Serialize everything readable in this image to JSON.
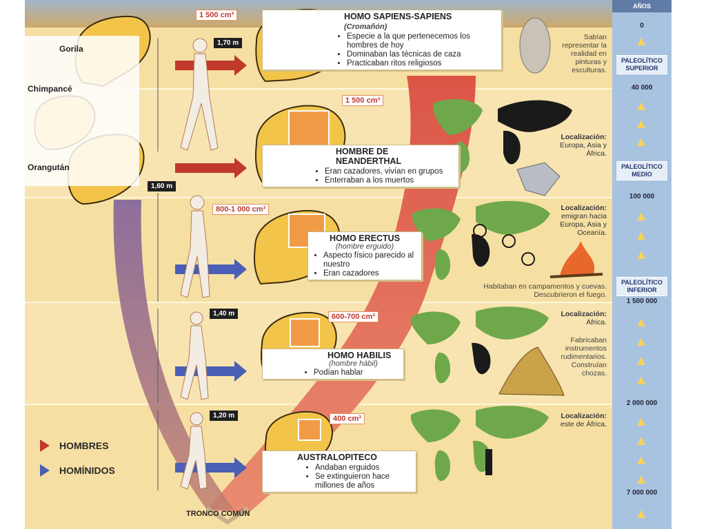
{
  "scale": {
    "header": "AÑOS",
    "ticks": [
      "0",
      "40 000",
      "100 000",
      "1 500 000",
      "2 000 000",
      "7 000 000"
    ],
    "periods": [
      "PALEOLÍTICO SUPERIOR",
      "PALEOLÍTICO MEDIO",
      "PALEOLÍTICO INFERIOR"
    ]
  },
  "primates": [
    "Gorila",
    "Chimpancé",
    "Orangután"
  ],
  "species": [
    {
      "title": "HOMO SAPIENS-SAPIENS",
      "subtitle": "(Cromañón)",
      "brain": "1 500 cm³",
      "height": "1,70 m",
      "facts": [
        "Especie a la que pertenecemos los hombres de hoy",
        "Dominaban las técnicas de caza",
        "Practicaban ritos religiosos"
      ],
      "note": "Sabían representar la realidad en pinturas y esculturas."
    },
    {
      "title": "HOMBRE DE NEANDERTHAL",
      "subtitle": "",
      "brain": "1 500 cm³",
      "height": "",
      "facts": [
        "Eran cazadores, vivían en grupos",
        "Enterraban a los muertos"
      ],
      "loc_label": "Localización:",
      "loc_text": "Europa, Asia y África."
    },
    {
      "title": "HOMO ERECTUS",
      "subtitle": "(hombre erguido)",
      "brain": "800-1 000 cm³",
      "height": "1,60 m",
      "facts": [
        "Aspecto físico parecido al nuestro",
        "Eran cazadores"
      ],
      "loc_label": "Localización:",
      "loc_text": "emigran hacia Europa, Asia y Oceanía.",
      "note": "Habitaban en campamentos y cuevas. Descubrieron el fuego."
    },
    {
      "title": "HOMO HABILIS",
      "subtitle": "(hombre hábil)",
      "brain": "600-700 cm³",
      "height": "1,40 m",
      "facts": [
        "Podían hablar"
      ],
      "loc_label": "Localización:",
      "loc_text": "África.",
      "note": "Fabricaban instrumentos rudimentarios. Construían chozas."
    },
    {
      "title": "AUSTRALOPITECO",
      "subtitle": "",
      "brain": "400 cm³",
      "height": "1,20 m",
      "facts": [
        "Andaban erguidos",
        "Se extinguieron hace millones de años"
      ],
      "loc_label": "Localización:",
      "loc_text": "este de África."
    }
  ],
  "legend": {
    "men": "HOMBRES",
    "hominids": "HOMÍNIDOS"
  },
  "trunk": "TRONCO COMÚN",
  "colors": {
    "men": "#c0392b",
    "hominids": "#4a5fb5",
    "skull": "#f2c54a",
    "continents": "#6fa84a",
    "band": "#f6dfa2",
    "scale": "#a8c3e0"
  }
}
